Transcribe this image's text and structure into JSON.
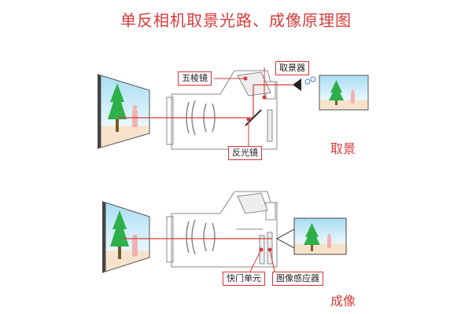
{
  "title": "单反相机取景光路、成像原理图",
  "diagrams": [
    {
      "caption": "取景",
      "labels": {
        "pentaprism": "五棱镜",
        "viewfinder": "取景器",
        "mirror": "反光镜"
      }
    },
    {
      "caption": "成像",
      "labels": {
        "shutter": "快门单元",
        "sensor": "图像感应器"
      }
    }
  ],
  "colors": {
    "accent": "#d63a3a",
    "sky": "#bfe6f5",
    "ground": "#f3dcc0",
    "tree": "#2db04a",
    "figure": "#f2b0b0",
    "line": "#999999"
  }
}
